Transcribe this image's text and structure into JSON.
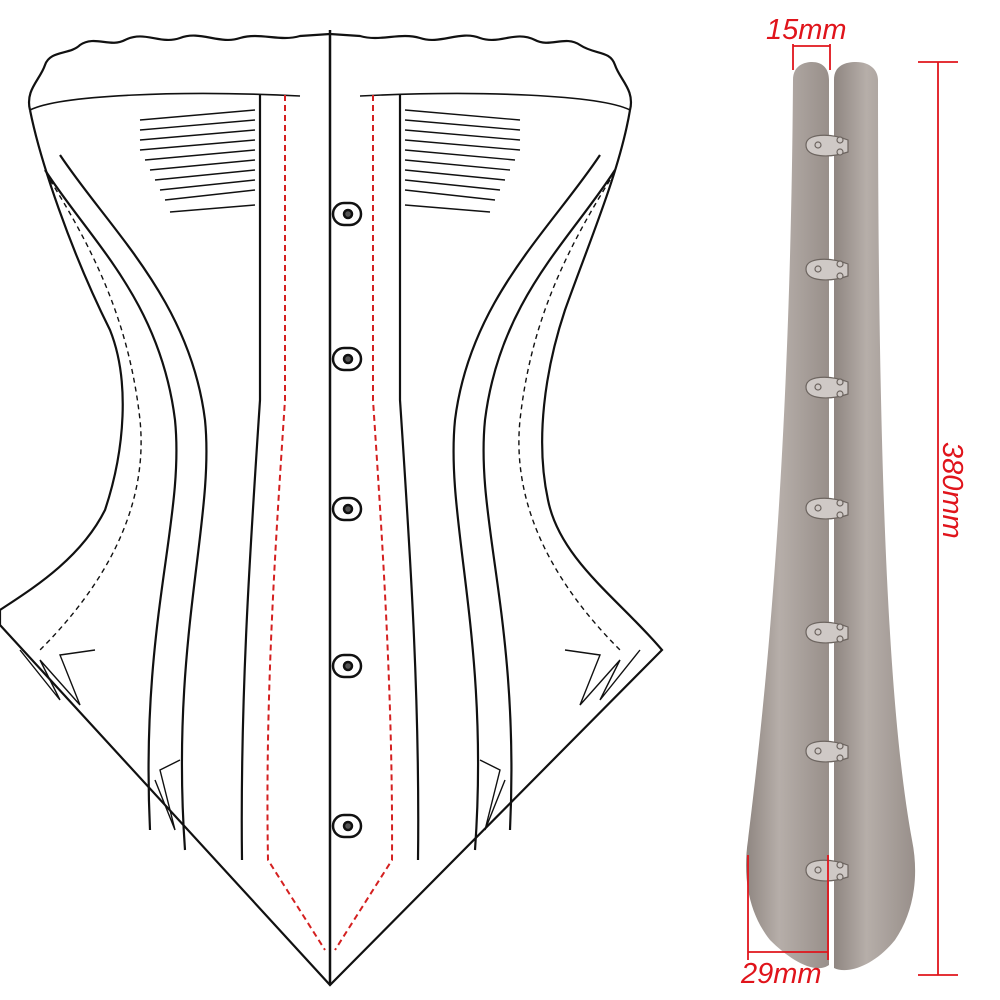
{
  "image": {
    "subject": "corset-busk-diagram",
    "measurements": {
      "top_width": "15mm",
      "length": "380mm",
      "bottom_width": "29mm"
    },
    "hook_count": 7,
    "colors": {
      "dimension": "#e0141b",
      "line": "#111111",
      "busk_steel": "#a59c97",
      "seam": "#d42020"
    }
  }
}
